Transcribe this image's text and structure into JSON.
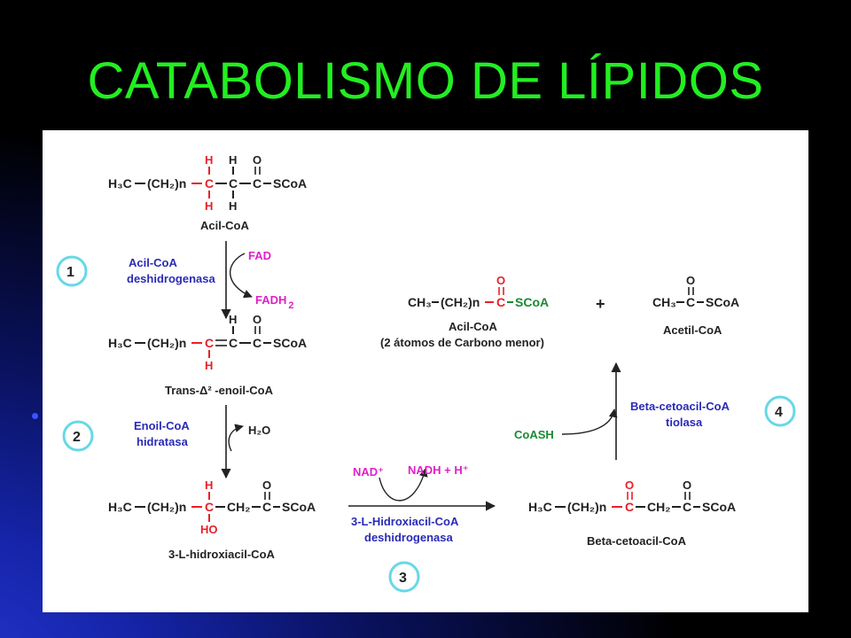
{
  "title": "CATABOLISMO DE LÍPIDOS",
  "steps": [
    {
      "num": "1",
      "enzyme_line1": "Acil-CoA",
      "enzyme_line2": "deshidrogenasa"
    },
    {
      "num": "2",
      "enzyme_line1": "Enoil-CoA",
      "enzyme_line2": "hidratasa"
    },
    {
      "num": "3",
      "enzyme_line1": "3-L-Hidroxiacil-CoA",
      "enzyme_line2": "deshidrogenasa"
    },
    {
      "num": "4",
      "enzyme_line1": "Beta-cetoacil-CoA",
      "enzyme_line2": "tiolasa"
    }
  ],
  "compounds": {
    "acyl_coa": "Acil-CoA",
    "trans_enoil": "Trans-Δ² -enoil-CoA",
    "hydroxyacyl": "3-L-hidroxiacil-CoA",
    "ketoacyl": "Beta-cetoacil-CoA",
    "product_acyl": "Acil-CoA",
    "product_acyl_note": "(2 átomos de Carbono menor)",
    "acetyl_coa": "Acetil-CoA"
  },
  "cofactors": {
    "fad": "FAD",
    "fadh2": "FADH",
    "fadh2_sub": "2",
    "h2o": "H₂O",
    "nad": "NAD⁺",
    "nadh": "NADH + H⁺",
    "coash": "CoASH",
    "plus": "+"
  },
  "colors": {
    "title": "#22ee22",
    "enzyme": "#2a2ab8",
    "reactive": "#e8202a",
    "cofactor": "#e020c8",
    "coash": "#1a8a30",
    "circle_border": "#66d8e8"
  }
}
